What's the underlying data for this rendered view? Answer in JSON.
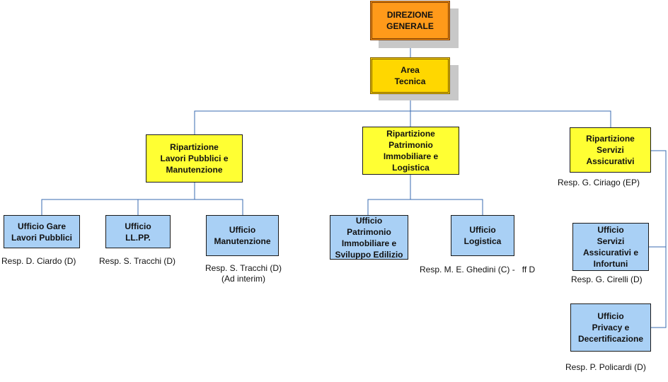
{
  "direzione": {
    "label": "DIREZIONE\nGENERALE"
  },
  "area": {
    "label": "Area\nTecnica"
  },
  "rip_lavori": {
    "label": "Ripartizione\nLavori Pubblici e\nManutenzione"
  },
  "rip_patrimonio": {
    "label": "Ripartizione\nPatrimonio\nImmobiliare e\nLogistica"
  },
  "rip_servizi": {
    "label": "Ripartizione\nServizi\nAssicurativi",
    "resp": "Resp. G. Ciriago (EP)"
  },
  "uff_gare": {
    "label": "Ufficio Gare\nLavori Pubblici",
    "resp": "Resp. D. Ciardo (D)"
  },
  "uff_llpp": {
    "label": "Ufficio\nLL.PP.",
    "resp": "Resp. S. Tracchi (D)"
  },
  "uff_manutenzione": {
    "label": "Ufficio\nManutenzione",
    "resp": "Resp. S. Tracchi (D)\n(Ad interim)"
  },
  "uff_patrimonio": {
    "label": "Ufficio\nPatrimonio\nImmobiliare e\nSviluppo Edilizio"
  },
  "uff_logistica": {
    "label": "Ufficio\nLogistica",
    "resp": "Resp. M. E. Ghedini (C) -   ff D"
  },
  "uff_servizi_ass": {
    "label": "Ufficio\nServizi\nAssicurativi e\nInfortuni",
    "resp": "Resp. G. Cirelli (D)"
  },
  "uff_privacy": {
    "label": "Ufficio\nPrivacy e\nDecertificazione",
    "resp": "Resp. P. Policardi (D)"
  },
  "colors": {
    "line": "#3a6bb0",
    "orange": "#ff9a1a",
    "gold": "#ffd700",
    "yellow": "#ffff33",
    "blue": "#a9d0f5"
  }
}
